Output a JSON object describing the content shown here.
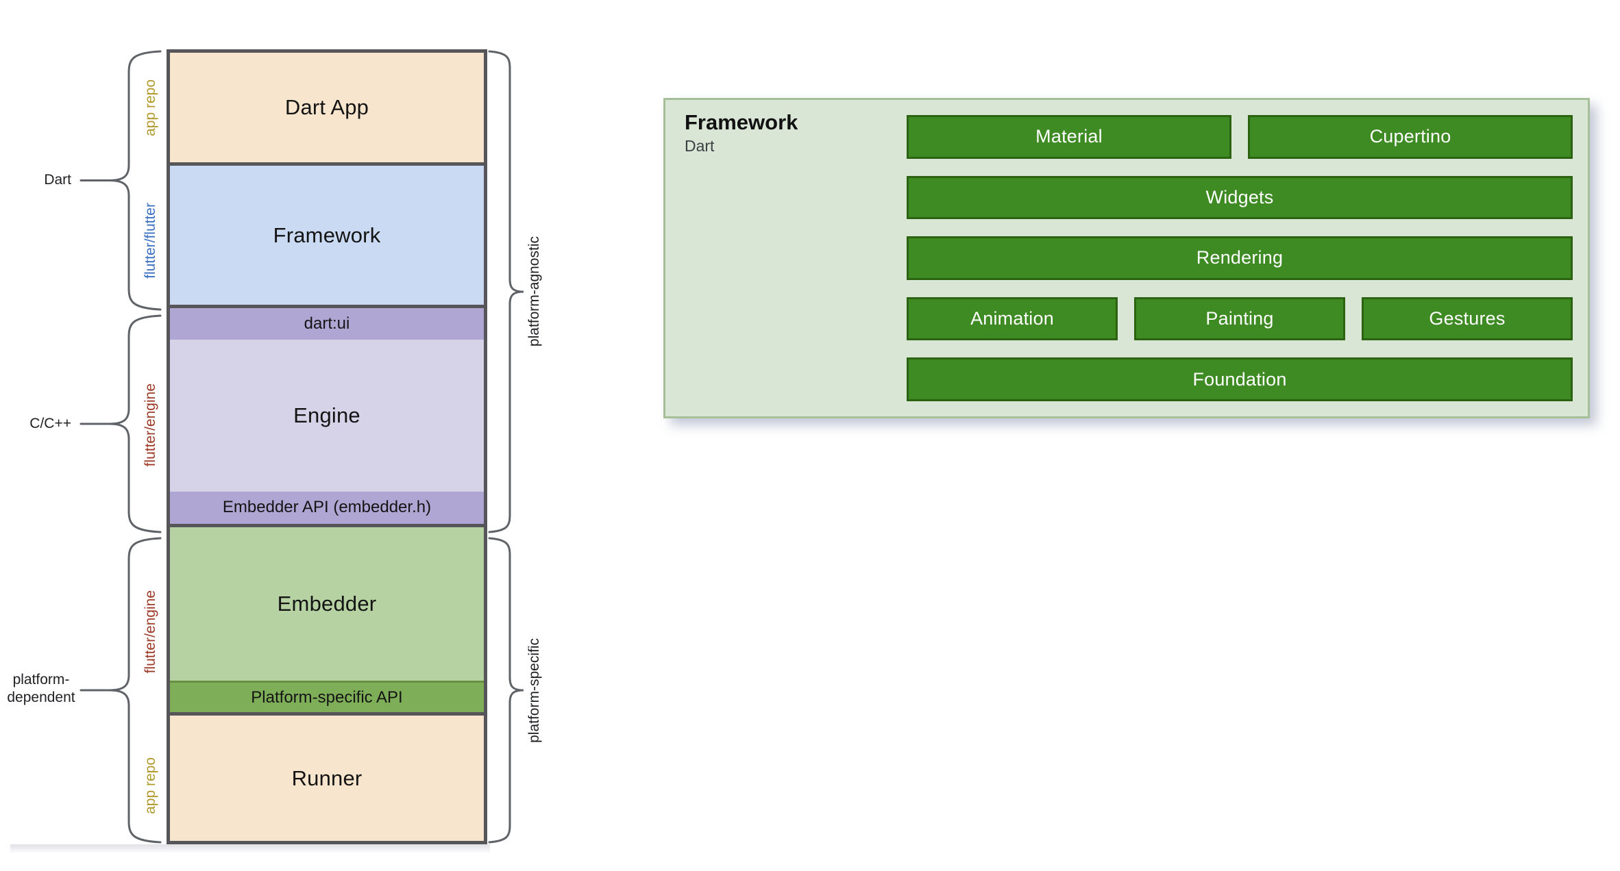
{
  "colors": {
    "peach": "#f8e5cd",
    "framework_blue": "#cbdaf3",
    "strip_purple": "#b0a6d3",
    "engine_purple": "#d6d2e8",
    "embedder_green": "#b6d2a3",
    "platform_api_green": "#7fae59",
    "stack_border": "#56565a",
    "app_repo_label": "#b0992b",
    "flutter_flutter_label": "#3b6fc0",
    "flutter_engine_label": "#9c3a28",
    "brace": "#5f6368",
    "panel_bg": "#d9e6d6",
    "panel_border": "#a6bf99",
    "button_bg": "#3e8a23",
    "button_text": "#ffffff"
  },
  "stack_diagram": {
    "layers": [
      {
        "label": "Dart App"
      },
      {
        "label": "Framework"
      },
      {
        "label": "dart:ui"
      },
      {
        "label": "Engine"
      },
      {
        "label": "Embedder API (embedder.h)"
      },
      {
        "label": "Embedder"
      },
      {
        "label": "Platform-specific API"
      },
      {
        "label": "Runner"
      }
    ],
    "repo_labels": [
      {
        "text": "app repo"
      },
      {
        "text": "flutter/flutter"
      },
      {
        "text": "flutter/engine"
      },
      {
        "text": "flutter/engine"
      },
      {
        "text": "app repo"
      }
    ],
    "left_braces": [
      {
        "label": "Dart"
      },
      {
        "label": "C/C++"
      },
      {
        "label_line1": "platform-",
        "label_line2": "dependent"
      }
    ],
    "right_braces": [
      {
        "label": "platform-agnostic"
      },
      {
        "label": "platform-specific"
      }
    ]
  },
  "framework_panel": {
    "title": "Framework",
    "subtitle": "Dart",
    "rows": [
      {
        "buttons": [
          "Material",
          "Cupertino"
        ]
      },
      {
        "buttons": [
          "Widgets"
        ]
      },
      {
        "buttons": [
          "Rendering"
        ]
      },
      {
        "buttons": [
          "Animation",
          "Painting",
          "Gestures"
        ]
      },
      {
        "buttons": [
          "Foundation"
        ]
      }
    ]
  }
}
